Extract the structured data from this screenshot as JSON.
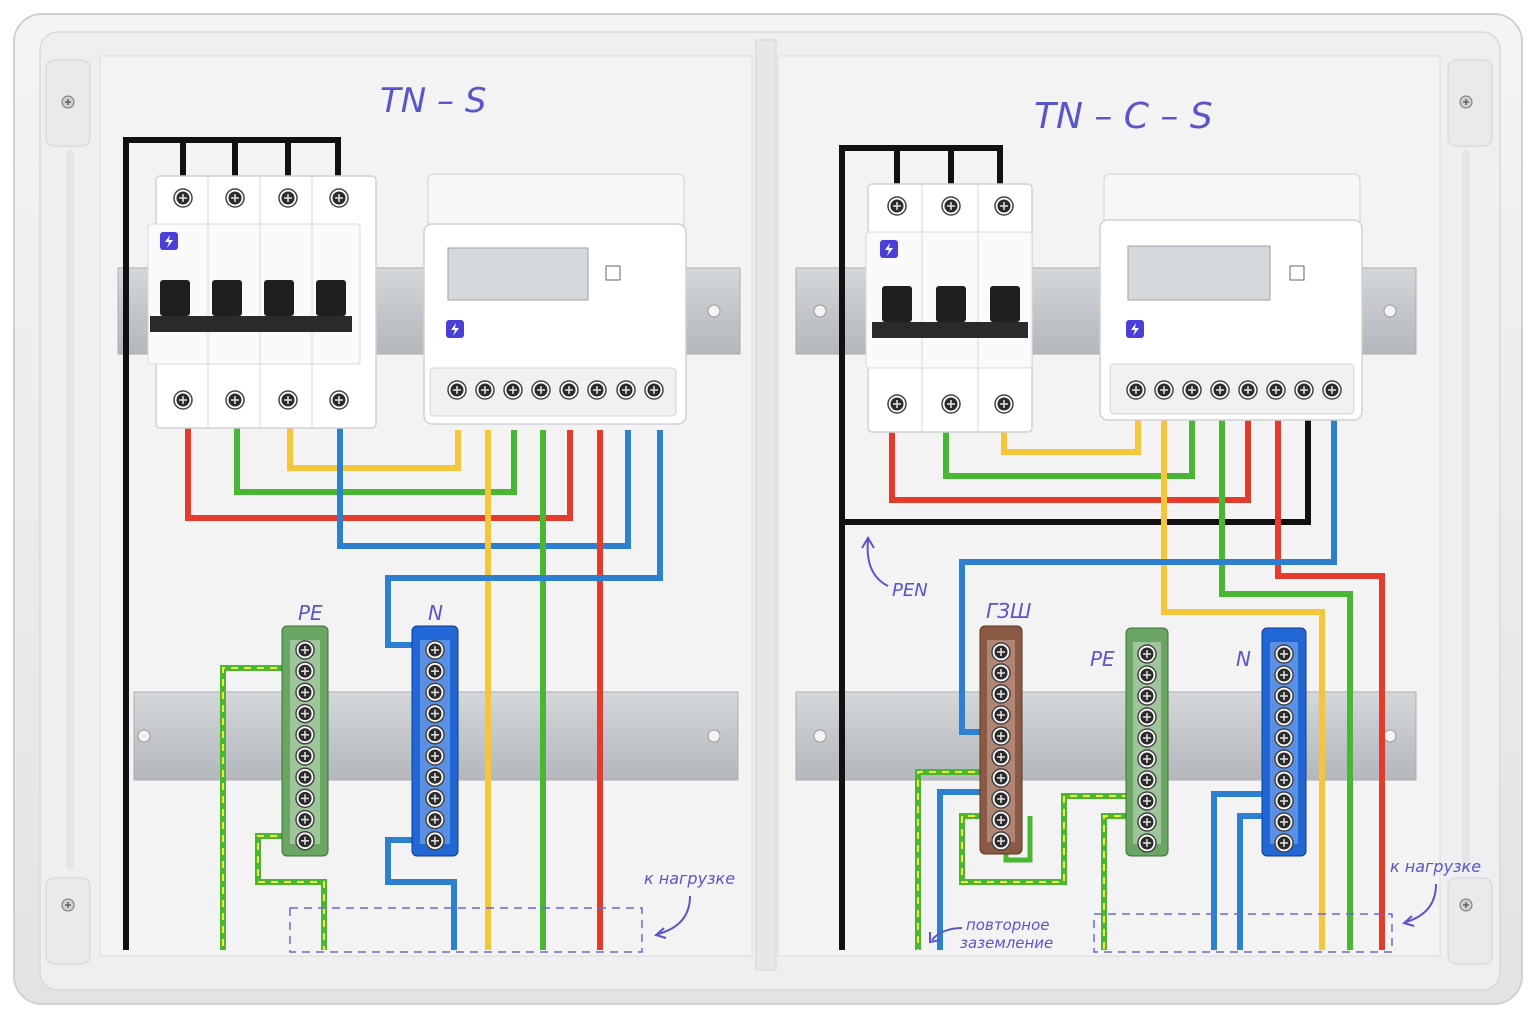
{
  "colors": {
    "phase_l1": "#e53b2c",
    "phase_l2": "#49b634",
    "phase_l3": "#f5c53a",
    "neutral": "#2d7fd0",
    "pen": "#111111",
    "pe_bus": "#5e9a58",
    "n_bus": "#1f5fd0",
    "gzsh_bus": "#8a5a45",
    "annotation": "#5a55c8"
  },
  "left": {
    "title": "TN – S",
    "pe_label": "PE",
    "n_label": "N",
    "load_label": "к нагрузке"
  },
  "right": {
    "title": "TN – C – S",
    "pen_label": "PEN",
    "gzsh_label": "ГЗШ",
    "pe_label": "PE",
    "n_label": "N",
    "reground_line1": "повторное",
    "reground_line2": "заземление",
    "load_label": "к нагрузке"
  },
  "icons": {
    "breaker_badge": "lightning-icon",
    "meter_badge": "lightning-icon",
    "terminal": "screw-icon"
  }
}
